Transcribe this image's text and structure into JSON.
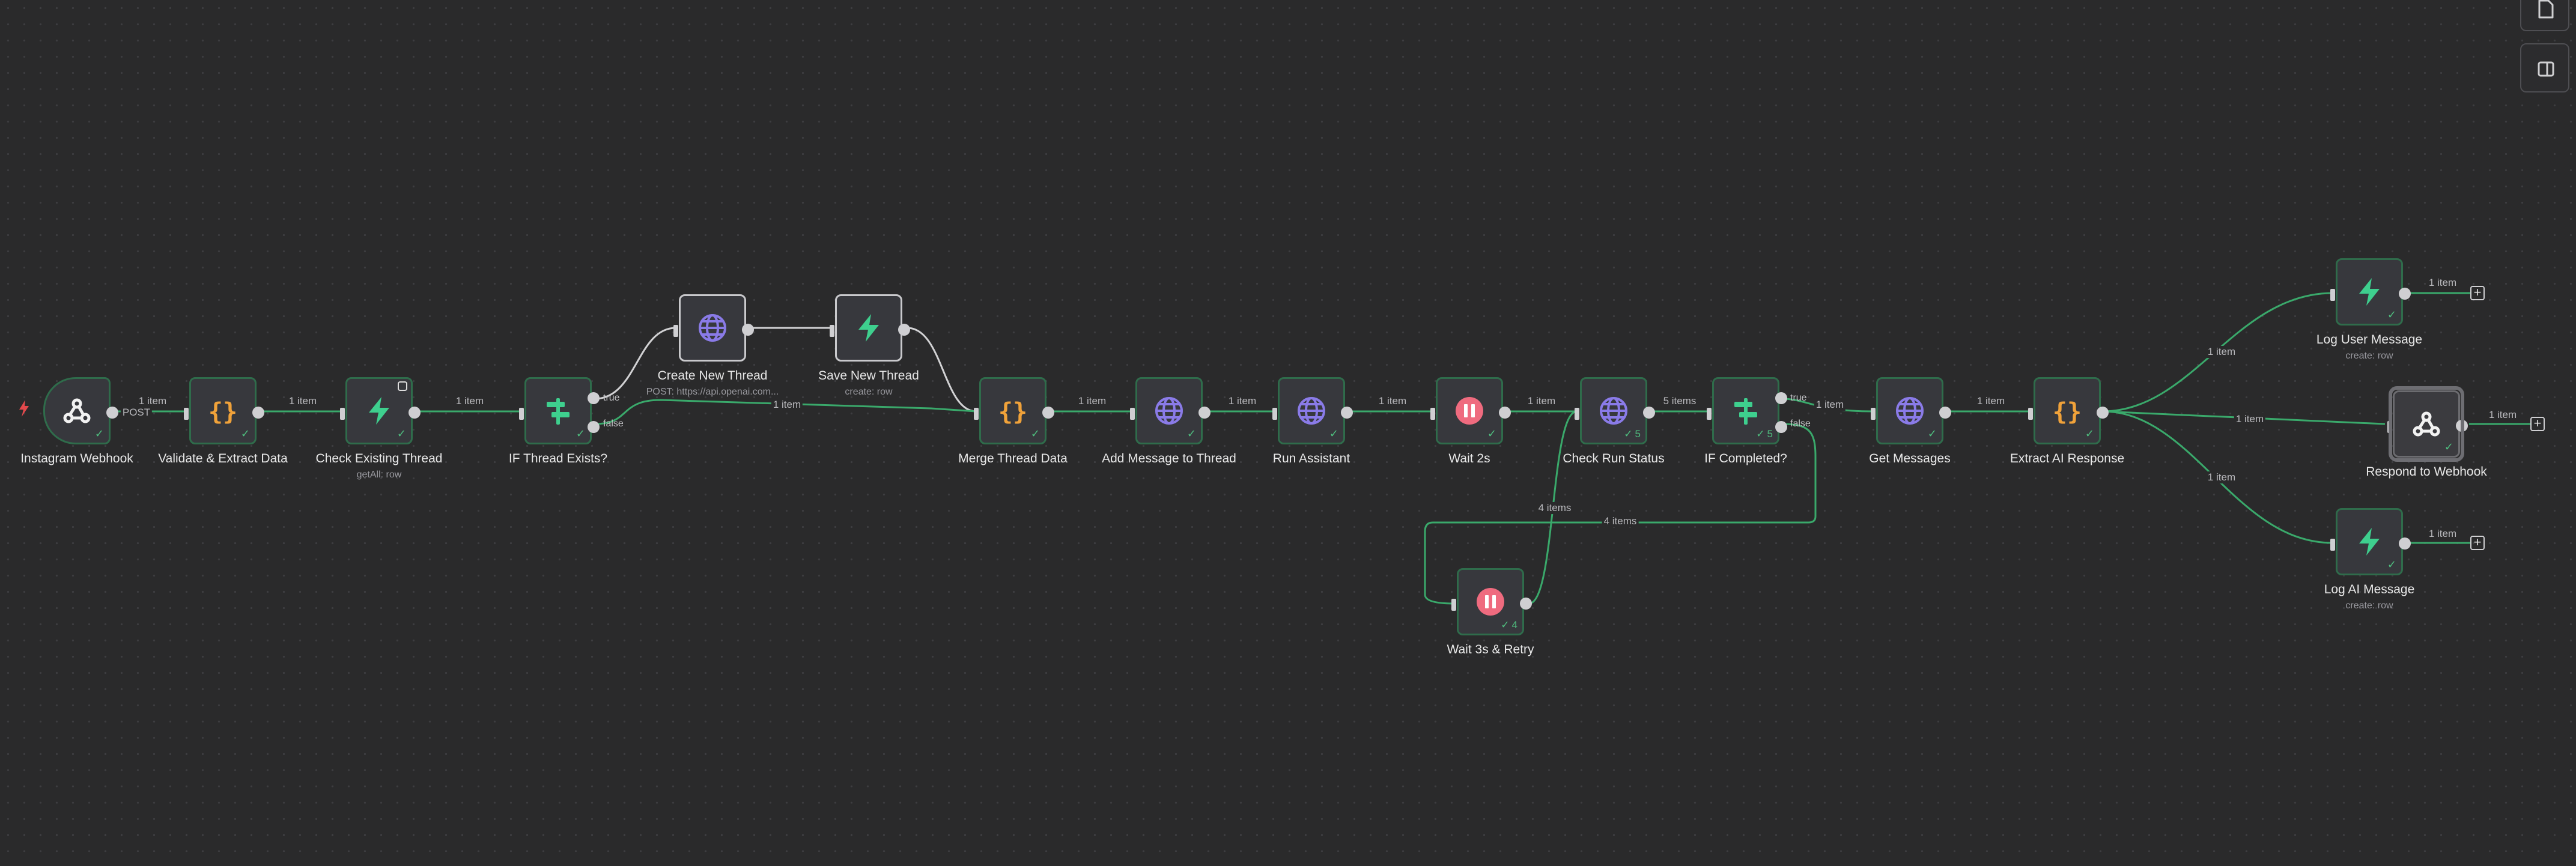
{
  "colors": {
    "canvas": "#2a2a2b",
    "node_fill": "#37383d",
    "node_border": "#2f6c4b",
    "edge": "#3aa96b",
    "code_icon": "#f0a23a",
    "http_icon": "#8a7be8",
    "supabase_icon": "#3ecf8e",
    "wait_icon": "#ef6b7f"
  },
  "nodes": {
    "instagram_webhook": {
      "label": "Instagram Webhook",
      "icon": "webhook-icon"
    },
    "validate_extract": {
      "label": "Validate & Extract Data",
      "icon": "code-braces-icon"
    },
    "check_thread": {
      "label": "Check Existing Thread",
      "sub": "getAll: row",
      "icon": "supabase-icon"
    },
    "if_thread": {
      "label": "IF Thread Exists?",
      "icon": "if-branch-icon"
    },
    "create_thread": {
      "label": "Create New Thread",
      "sub": "POST: https://api.openai.com...",
      "icon": "globe-icon"
    },
    "save_thread": {
      "label": "Save New Thread",
      "sub": "create: row",
      "icon": "supabase-icon"
    },
    "merge_thread": {
      "label": "Merge Thread Data",
      "icon": "code-braces-icon"
    },
    "add_message": {
      "label": "Add Message to Thread",
      "icon": "globe-icon"
    },
    "run_assistant": {
      "label": "Run Assistant",
      "icon": "globe-icon"
    },
    "wait_2s": {
      "label": "Wait 2s",
      "icon": "pause-icon"
    },
    "check_run": {
      "label": "Check Run Status",
      "count": "5",
      "icon": "globe-icon"
    },
    "if_completed": {
      "label": "IF Completed?",
      "count": "5",
      "icon": "if-branch-icon"
    },
    "get_messages": {
      "label": "Get Messages",
      "icon": "globe-icon"
    },
    "extract_ai": {
      "label": "Extract AI Response",
      "icon": "code-braces-icon"
    },
    "log_user": {
      "label": "Log User Message",
      "sub": "create: row",
      "icon": "supabase-icon"
    },
    "respond_webhook": {
      "label": "Respond to Webhook",
      "icon": "webhook-icon"
    },
    "log_ai": {
      "label": "Log AI Message",
      "sub": "create: row",
      "icon": "supabase-icon"
    },
    "wait_retry": {
      "label": "Wait 3s & Retry",
      "count": "4",
      "icon": "pause-icon"
    }
  },
  "edge_labels": {
    "one_item": "1 item",
    "five_items": "5 items",
    "four_items": "4 items",
    "post": "POST"
  },
  "branches": {
    "true": "true",
    "false": "false"
  },
  "plus": "+"
}
